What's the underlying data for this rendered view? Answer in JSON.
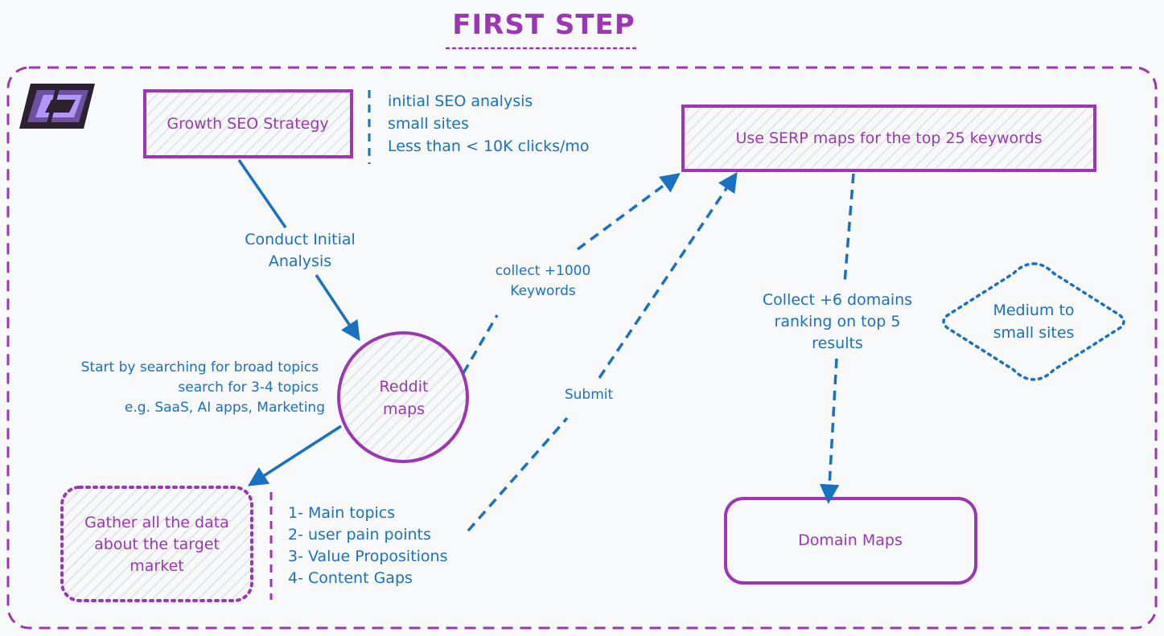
{
  "title": "FIRST STEP",
  "colors": {
    "purple": "#9c36b5",
    "blue": "#1971c2",
    "background": "#f8f9fa",
    "logo_dark": "#2b2130",
    "logo_accent": "#b197fc"
  },
  "logo": {
    "icon": "brand-logo-icon"
  },
  "nodes": {
    "growth_seo": "Growth SEO Strategy",
    "serp_maps": "Use SERP maps for the top 25 keywords",
    "reddit_maps": [
      "Reddit",
      "maps"
    ],
    "gather_data": [
      "Gather all the data",
      "about the target",
      "market"
    ],
    "domain_maps": "Domain Maps",
    "medium_small": [
      "Medium to",
      "small sites"
    ]
  },
  "notes": {
    "seo_analysis": [
      "initial SEO analysis",
      "small sites",
      "Less than < 10K clicks/mo"
    ],
    "search_topics": [
      "Start by searching for broad topics",
      "search for 3-4 topics",
      "e.g. SaaS, AI apps, Marketing"
    ],
    "data_points": [
      "1- Main topics",
      "2- user pain points",
      "3- Value Propositions",
      "4- Content Gaps"
    ]
  },
  "edges": {
    "conduct_analysis": [
      "Conduct Initial",
      "Analysis"
    ],
    "collect_keywords": [
      "collect +1000",
      "Keywords"
    ],
    "submit": "Submit",
    "collect_domains": [
      "Collect +6 domains",
      "ranking on top 5",
      "results"
    ]
  }
}
